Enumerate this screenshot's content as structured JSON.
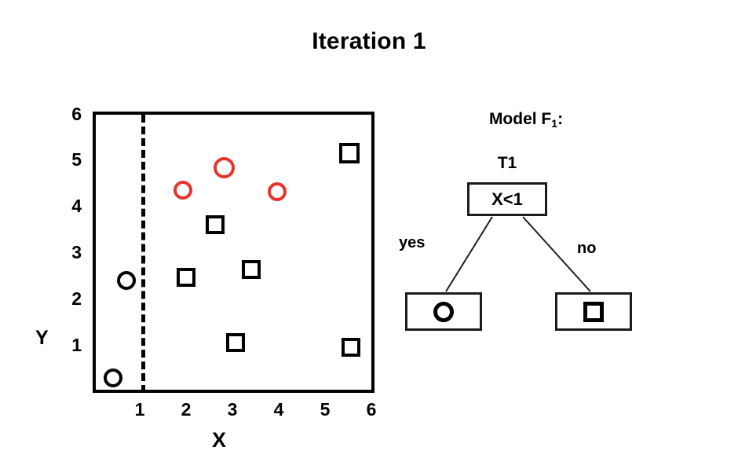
{
  "title": "Iteration 1",
  "chart_data": {
    "type": "scatter",
    "title": "Iteration 1",
    "xlabel": "X",
    "ylabel": "Y",
    "xlim": [
      0,
      6
    ],
    "ylim": [
      0,
      6
    ],
    "xticks": [
      "1",
      "2",
      "3",
      "4",
      "5",
      "6"
    ],
    "yticks": [
      "1",
      "2",
      "3",
      "4",
      "5",
      "6"
    ],
    "grid": false,
    "legend": "none",
    "annotations": [
      {
        "name": "decision-boundary",
        "type": "vertical-dashed-line",
        "x": 1
      }
    ],
    "series": [
      {
        "name": "circles-black",
        "marker": "circle",
        "color": "#000000",
        "points": [
          {
            "x": 0.45,
            "y": 2.8
          },
          {
            "x": 0.25,
            "y": 0.75
          }
        ]
      },
      {
        "name": "circles-red",
        "marker": "circle",
        "color": "#e8332a",
        "points": [
          {
            "x": 1.9,
            "y": 4.8
          },
          {
            "x": 2.75,
            "y": 5.3
          },
          {
            "x": 3.9,
            "y": 4.85
          }
        ]
      },
      {
        "name": "squares-black",
        "marker": "square",
        "color": "#000000",
        "points": [
          {
            "x": 2.7,
            "y": 3.6
          },
          {
            "x": 2.05,
            "y": 2.5
          },
          {
            "x": 3.45,
            "y": 2.7
          },
          {
            "x": 3.0,
            "y": 1.2
          },
          {
            "x": 5.45,
            "y": 5.2
          },
          {
            "x": 5.45,
            "y": 1.05
          }
        ]
      }
    ]
  },
  "tree": {
    "model_label_prefix": "Model F",
    "model_label_sub": "1",
    "model_label_suffix": ":",
    "root_name": "T1",
    "root_condition": "X<1",
    "edge_yes": "yes",
    "edge_no": "no",
    "leaf_yes_glyph": "circle-glyph",
    "leaf_no_glyph": "square-glyph"
  },
  "colors": {
    "red": "#e8332a",
    "black": "#000000",
    "background": "#ffffff"
  }
}
